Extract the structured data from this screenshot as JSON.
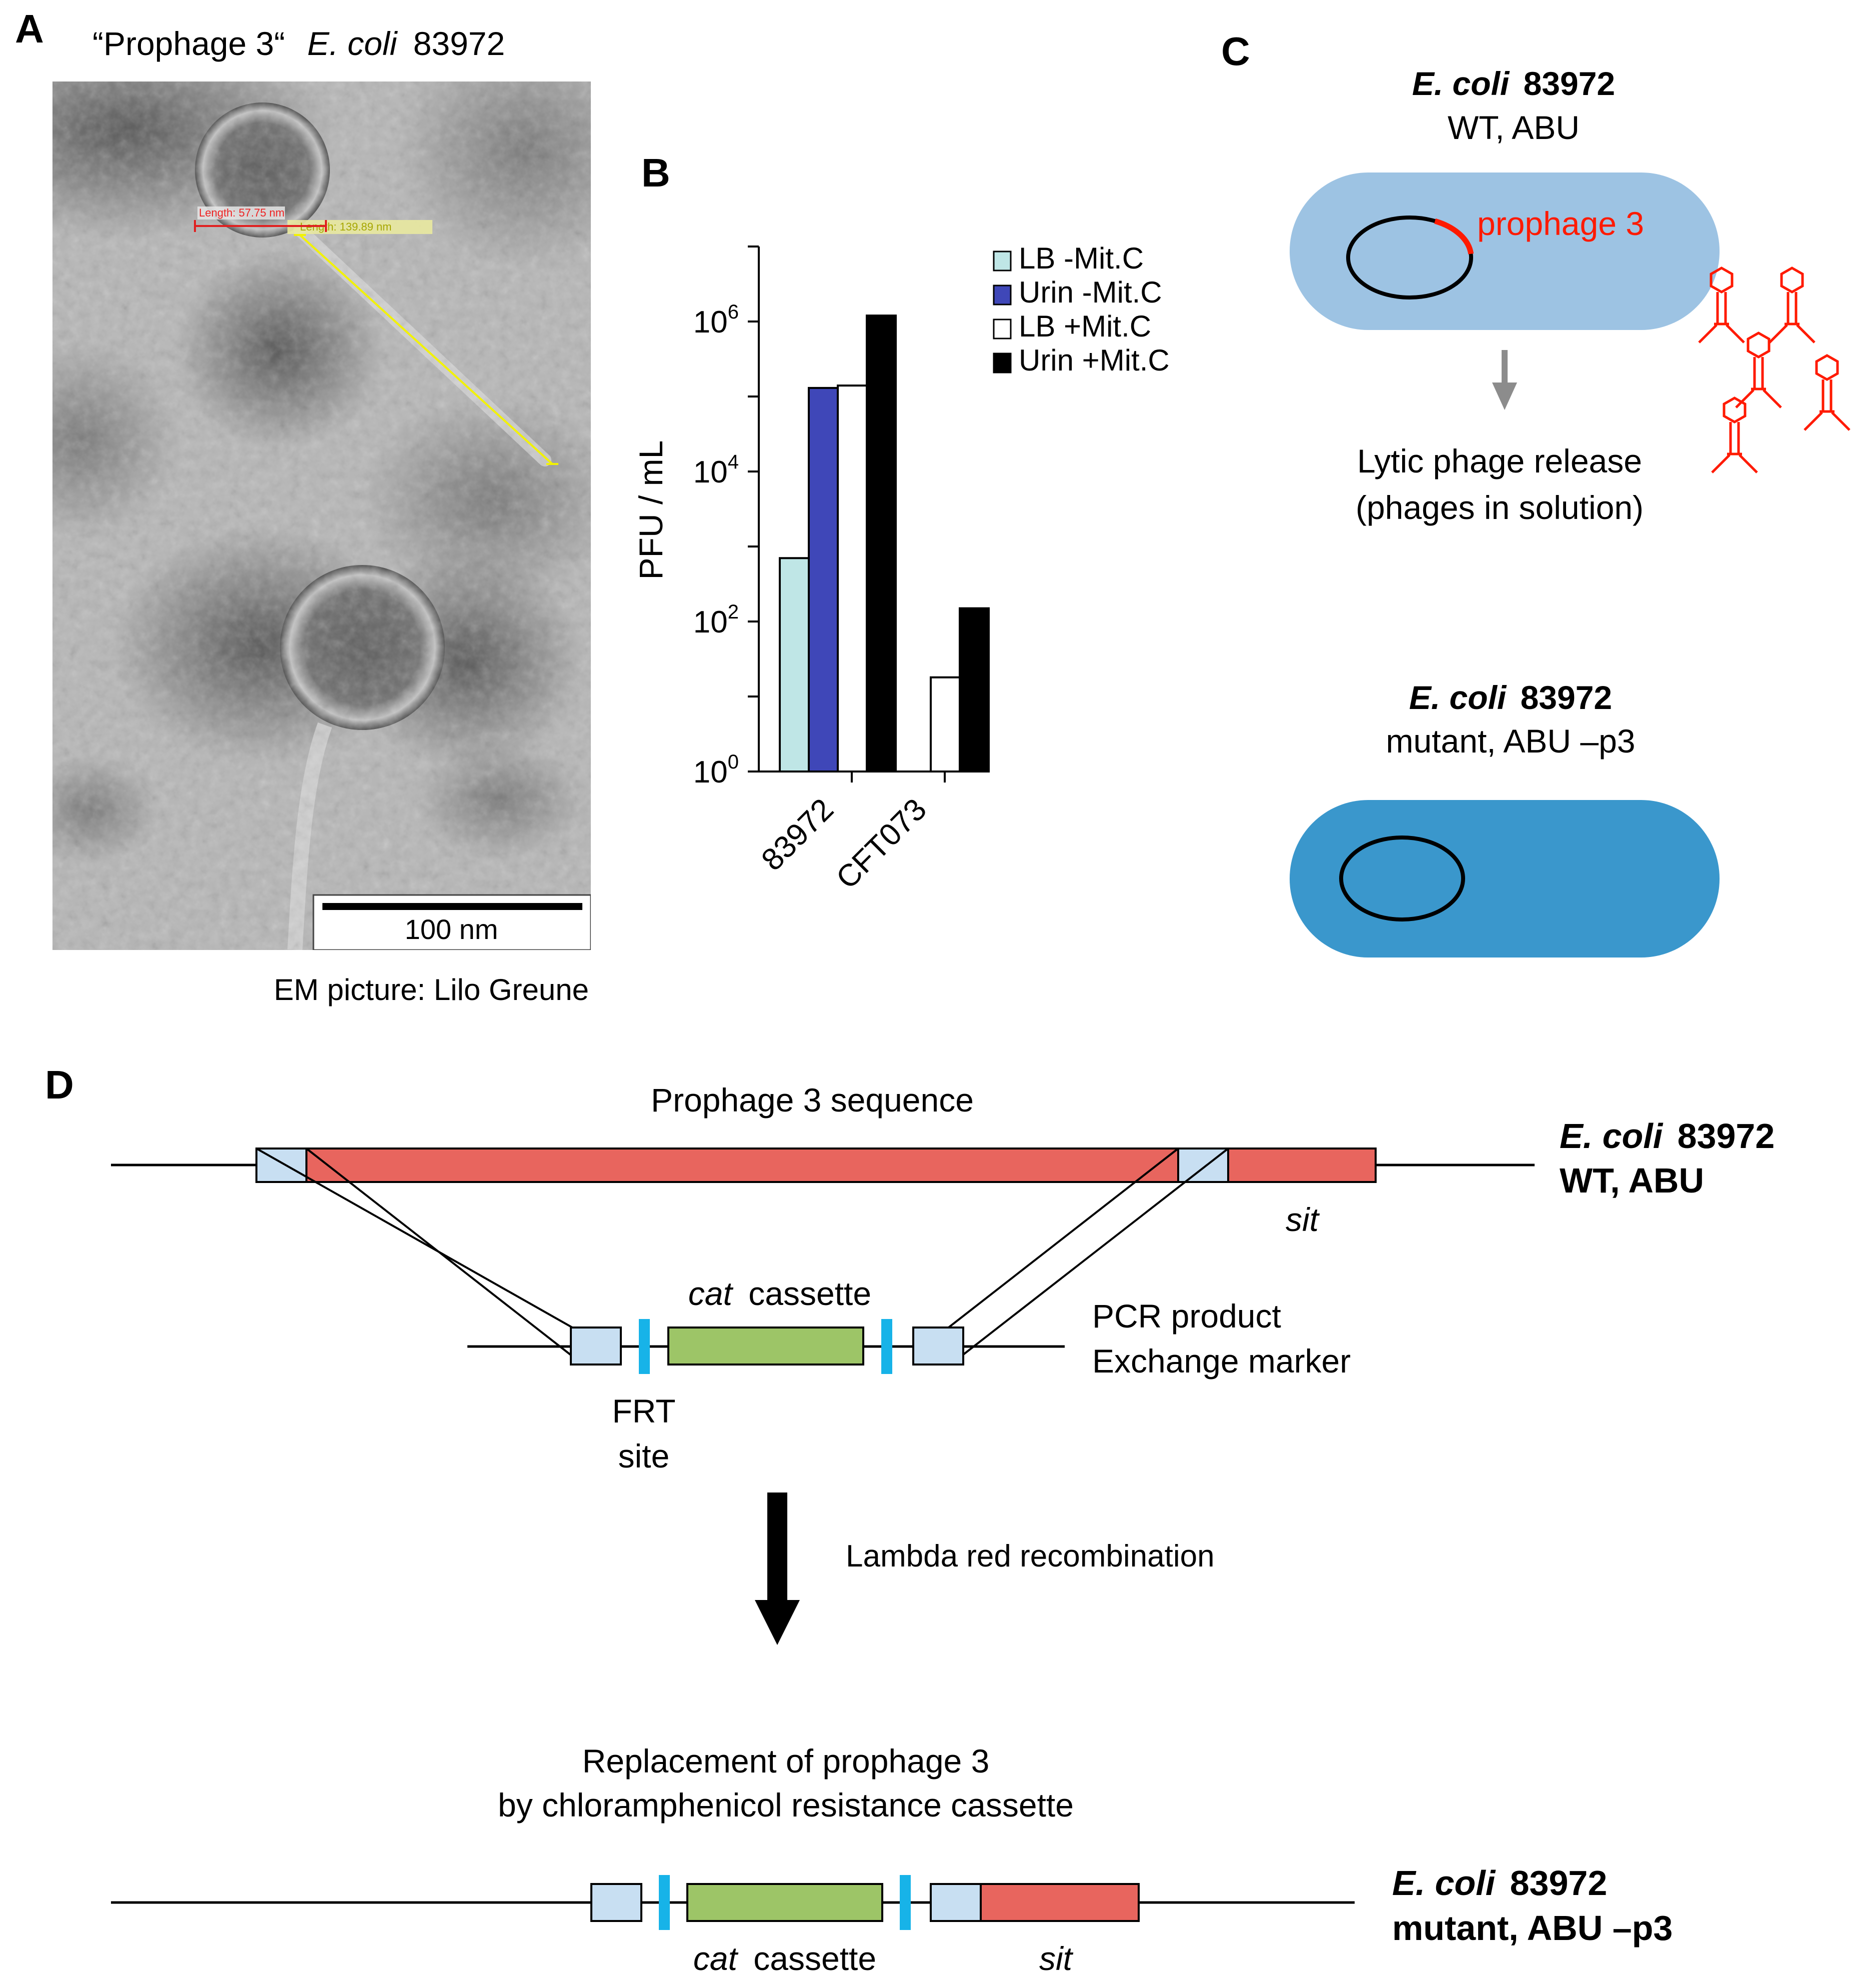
{
  "colors": {
    "cell_wt": "#9dc3e3",
    "cell_mutant": "#3a97cc",
    "prophage_red": "#e8655e",
    "phage_red": "#ff1a00",
    "homology_blue": "#c8dff2",
    "frt_cyan": "#17b3e8",
    "cat_green": "#9dc567",
    "bar_lb_minus": "#bfe6e6",
    "bar_urin_minus": "#3f47b8",
    "bar_lb_plus": "#ffffff",
    "bar_urin_plus": "#000000",
    "arrow_gray": "#8c8c8c"
  },
  "panel_a": {
    "letter": "A",
    "title_quote": "“Prophage 3“",
    "title_species": "E. coli",
    "title_strain": "83972",
    "measure_length_1": "Length: 57.75 nm",
    "measure_length_2": "Length: 139.89 nm",
    "scale_bar_label": "100 nm",
    "credit": "EM picture: Lilo Greune"
  },
  "panel_b": {
    "letter": "B"
  },
  "chart_data": {
    "type": "bar",
    "categories": [
      "83972",
      "CFT073"
    ],
    "series": [
      {
        "name": "LB -Mit.C",
        "values": [
          700,
          null
        ]
      },
      {
        "name": "Urin -Mit.C",
        "values": [
          130000,
          null
        ]
      },
      {
        "name": "LB +Mit.C",
        "values": [
          140000,
          18
        ]
      },
      {
        "name": "Urin +Mit.C",
        "values": [
          1200000,
          150
        ]
      }
    ],
    "ylabel": "PFU / mL",
    "yscale": "log",
    "ylim": [
      1,
      10000000
    ],
    "yticks": [
      {
        "value": 1,
        "base": "10",
        "exp": "0"
      },
      {
        "value": 100,
        "base": "10",
        "exp": "2"
      },
      {
        "value": 10000,
        "base": "10",
        "exp": "4"
      },
      {
        "value": 1000000,
        "base": "10",
        "exp": "6"
      }
    ],
    "legend_position": "top-right",
    "grid": false
  },
  "panel_c": {
    "letter": "C",
    "wt_species": "E. coli",
    "wt_strain": "83972",
    "wt_subtitle": "WT, ABU",
    "prophage_label": "prophage 3",
    "release_line1": "Lytic phage release",
    "release_line2": "(phages in solution)",
    "mut_species": "E. coli",
    "mut_strain": "83972",
    "mut_subtitle": "mutant, ABU –p3"
  },
  "panel_d": {
    "letter": "D",
    "sequence_title": "Prophage 3 sequence",
    "wt_species": "E. coli",
    "wt_strain": "83972",
    "wt_subtitle": "WT, ABU",
    "sit_label": "sit",
    "cat_italic": "cat",
    "cassette_word": "cassette",
    "pcr_line1": "PCR product",
    "pcr_line2": "Exchange marker",
    "frt_line1": "FRT",
    "frt_line2": "site",
    "recombination_label": "Lambda red recombination",
    "replacement_line1": "Replacement of prophage 3",
    "replacement_line2": "by chloramphenicol resistance cassette",
    "mut_species": "E. coli",
    "mut_strain": "83972",
    "mut_subtitle": "mutant, ABU –p3"
  }
}
